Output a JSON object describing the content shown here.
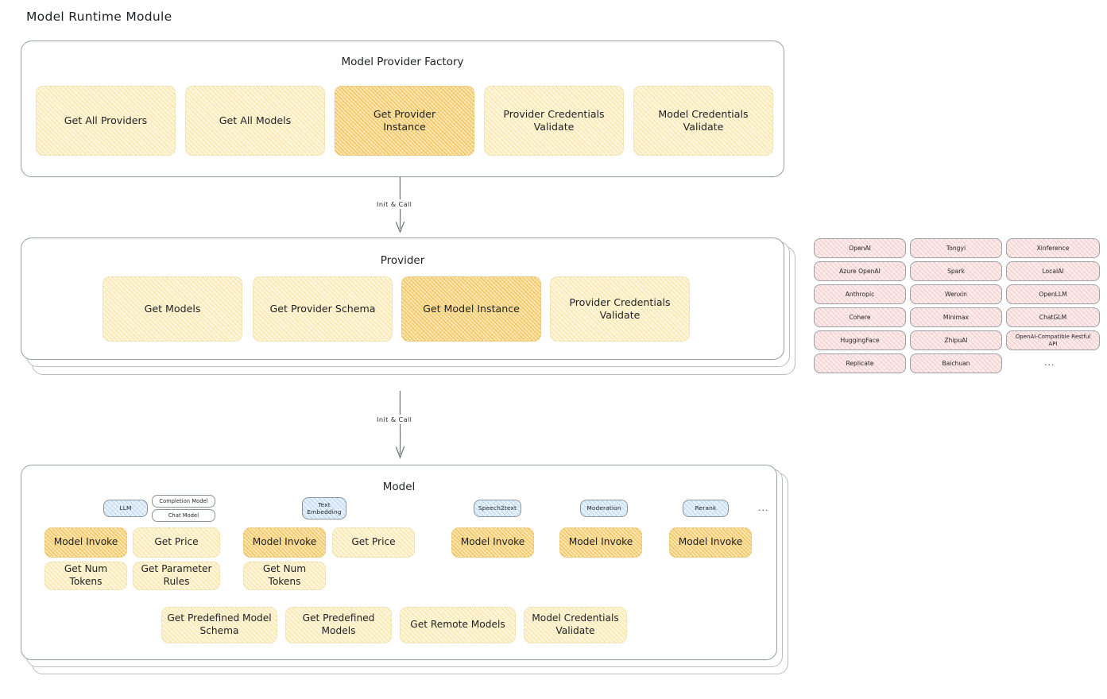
{
  "page": {
    "title": "Model Runtime Module"
  },
  "sections": {
    "factory": {
      "title": "Model Provider Factory",
      "boxes": [
        {
          "label": "Get All Providers",
          "highlight": false
        },
        {
          "label": "Get All Models",
          "highlight": false
        },
        {
          "label": "Get Provider\nInstance",
          "highlight": true
        },
        {
          "label": "Provider Credentials\nValidate",
          "highlight": false
        },
        {
          "label": "Model Credentials\nValidate",
          "highlight": false
        }
      ]
    },
    "provider": {
      "title": "Provider",
      "boxes": [
        {
          "label": "Get Models",
          "highlight": false
        },
        {
          "label": "Get Provider Schema",
          "highlight": false
        },
        {
          "label": "Get Model Instance",
          "highlight": true
        },
        {
          "label": "Provider Credentials\nValidate",
          "highlight": false
        }
      ]
    },
    "model": {
      "title": "Model",
      "groups": [
        {
          "tag": "LLM",
          "subtags": [
            "Completion Model",
            "Chat Model"
          ],
          "rows": [
            [
              {
                "label": "Model Invoke",
                "highlight": true
              },
              {
                "label": "Get Price",
                "highlight": false
              }
            ],
            [
              {
                "label": "Get Num Tokens",
                "highlight": false
              },
              {
                "label": "Get Parameter\nRules",
                "highlight": false
              }
            ]
          ]
        },
        {
          "tag": "Text\nEmbedding",
          "subtags": [],
          "rows": [
            [
              {
                "label": "Model Invoke",
                "highlight": true
              },
              {
                "label": "Get Price",
                "highlight": false
              }
            ],
            [
              {
                "label": "Get Num Tokens",
                "highlight": false
              }
            ]
          ]
        },
        {
          "tag": "Speech2text",
          "subtags": [],
          "rows": [
            [
              {
                "label": "Model Invoke",
                "highlight": true
              }
            ]
          ]
        },
        {
          "tag": "Moderation",
          "subtags": [],
          "rows": [
            [
              {
                "label": "Model Invoke",
                "highlight": true
              }
            ]
          ]
        },
        {
          "tag": "Rerank",
          "subtags": [],
          "rows": [
            [
              {
                "label": "Model Invoke",
                "highlight": true
              }
            ]
          ]
        }
      ],
      "more": "...",
      "common_boxes": [
        {
          "label": "Get Predefined Model\nSchema"
        },
        {
          "label": "Get Predefined\nModels"
        },
        {
          "label": "Get Remote Models"
        },
        {
          "label": "Model Credentials\nValidate"
        }
      ]
    }
  },
  "arrows": [
    {
      "label": "Init & Call"
    },
    {
      "label": "Init & Call"
    }
  ],
  "providers": {
    "columns": [
      [
        "OpenAI",
        "Azure OpenAI",
        "Anthropic",
        "Cohere",
        "HuggingFace",
        "Replicate"
      ],
      [
        "Tongyi",
        "Spark",
        "Wenxin",
        "Minimax",
        "ZhipuAI",
        "Baichuan"
      ],
      [
        "Xinference",
        "LocalAI",
        "OpenLLM",
        "ChatGLM",
        "OpenAI-Compatible Restful API"
      ]
    ],
    "more": "..."
  },
  "colors": {
    "highlight_fill": "#fbe7b4",
    "normal_fill": "#fdf6dd",
    "provider_fill": "#fcecec",
    "tag_fill": "#e8f2fb",
    "stroke": "#9aa0a6",
    "text": "#1f2022"
  }
}
